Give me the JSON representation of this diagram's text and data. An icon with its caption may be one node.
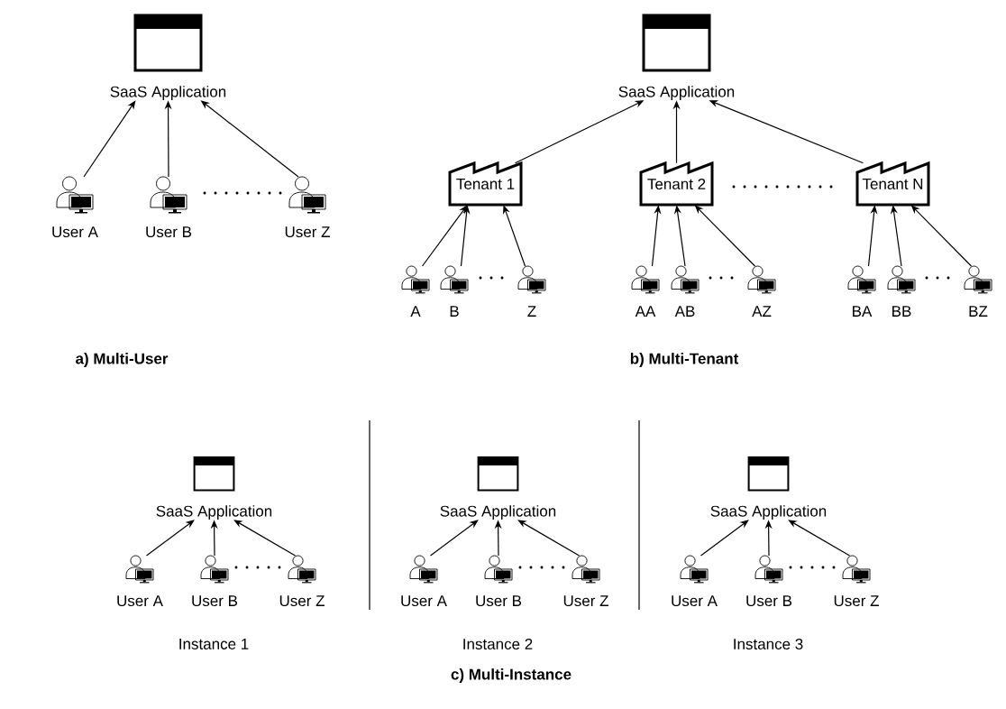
{
  "diagram": {
    "nodes": [
      {
        "text": [
          "SaaS Application"
        ]
      },
      {
        "text": [
          "User A"
        ]
      },
      {
        "text": [
          "User B"
        ]
      },
      {
        "text": [
          "User Z"
        ]
      },
      {
        "text": [
          "SaaS Application"
        ]
      },
      {
        "text": [
          "Tenant 1"
        ]
      },
      {
        "text": [
          "Tenant 2"
        ]
      },
      {
        "text": [
          "Tenant N"
        ]
      },
      {
        "text": [
          "A"
        ]
      },
      {
        "text": [
          "B"
        ]
      },
      {
        "text": [
          "Z"
        ]
      },
      {
        "text": [
          "AA"
        ]
      },
      {
        "text": [
          "AB"
        ]
      },
      {
        "text": [
          "AZ"
        ]
      },
      {
        "text": [
          "BA"
        ]
      },
      {
        "text": [
          "BB"
        ]
      },
      {
        "text": [
          "BZ"
        ]
      },
      {
        "text": [
          "SaaS Application"
        ]
      },
      {
        "text": [
          "User A"
        ]
      },
      {
        "text": [
          "User B"
        ]
      },
      {
        "text": [
          "User Z"
        ]
      },
      {
        "text": [
          "SaaS Application"
        ]
      },
      {
        "text": [
          "User A"
        ]
      },
      {
        "text": [
          "User B"
        ]
      },
      {
        "text": [
          "User Z"
        ]
      },
      {
        "text": [
          "SaaS Application"
        ]
      },
      {
        "text": [
          "User A"
        ]
      },
      {
        "text": [
          "User B"
        ]
      },
      {
        "text": [
          "User Z"
        ]
      }
    ],
    "edges": [
      {
        "from": 1,
        "to": 0,
        "arrow": "to"
      },
      {
        "from": 2,
        "to": 0,
        "arrow": "to"
      },
      {
        "from": 3,
        "to": 0,
        "arrow": "to"
      },
      {
        "from": 5,
        "to": 4,
        "arrow": "to"
      },
      {
        "from": 6,
        "to": 4,
        "arrow": "to"
      },
      {
        "from": 7,
        "to": 4,
        "arrow": "to"
      },
      {
        "from": 8,
        "to": 5,
        "arrow": "to"
      },
      {
        "from": 9,
        "to": 5,
        "arrow": "to"
      },
      {
        "from": 10,
        "to": 5,
        "arrow": "to"
      },
      {
        "from": 11,
        "to": 6,
        "arrow": "to"
      },
      {
        "from": 12,
        "to": 6,
        "arrow": "to"
      },
      {
        "from": 13,
        "to": 6,
        "arrow": "to"
      },
      {
        "from": 14,
        "to": 7,
        "arrow": "to"
      },
      {
        "from": 15,
        "to": 7,
        "arrow": "to"
      },
      {
        "from": 16,
        "to": 7,
        "arrow": "to"
      },
      {
        "from": 18,
        "to": 17,
        "arrow": "to"
      },
      {
        "from": 19,
        "to": 17,
        "arrow": "to"
      },
      {
        "from": 20,
        "to": 17,
        "arrow": "to"
      },
      {
        "from": 22,
        "to": 21,
        "arrow": "to"
      },
      {
        "from": 23,
        "to": 21,
        "arrow": "to"
      },
      {
        "from": 24,
        "to": 21,
        "arrow": "to"
      },
      {
        "from": 26,
        "to": 25,
        "arrow": "to"
      },
      {
        "from": 27,
        "to": 25,
        "arrow": "to"
      },
      {
        "from": 28,
        "to": 25,
        "arrow": "to"
      }
    ],
    "labels": [
      "a) Multi-User",
      "b) Multi-Tenant",
      "Instance 1",
      "Instance 2",
      "Instance 3",
      "c) Multi-Instance"
    ]
  }
}
